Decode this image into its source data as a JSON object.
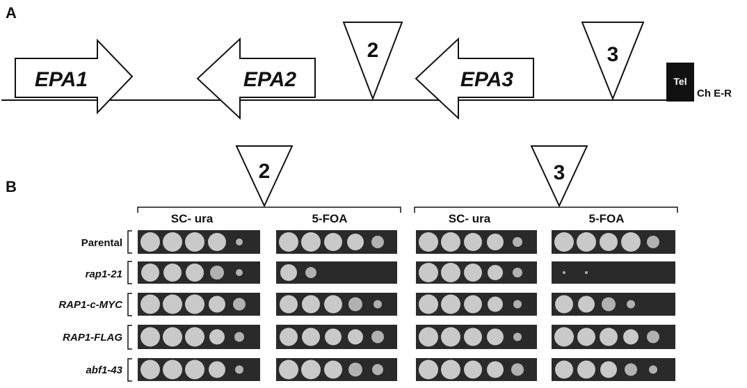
{
  "panel_a": {
    "label": "A",
    "genes": [
      {
        "name": "EPA1",
        "direction": "right"
      },
      {
        "name": "EPA2",
        "direction": "left"
      },
      {
        "name": "EPA3",
        "direction": "left"
      }
    ],
    "insertions": [
      "2",
      "3"
    ],
    "telomere_label": "Tel",
    "chromosome_label": "Ch E-R"
  },
  "panel_b": {
    "label": "B",
    "groups": [
      {
        "insertion": "2",
        "media": [
          "SC- ura",
          "5-FOA"
        ]
      },
      {
        "insertion": "3",
        "media": [
          "SC- ura",
          "5-FOA"
        ]
      }
    ],
    "strains": [
      {
        "name": "Parental",
        "italic": false
      },
      {
        "name": "rap1-21",
        "italic": true
      },
      {
        "name": "RAP1-c-MYC",
        "italic": true
      },
      {
        "name": "RAP1-FLAG",
        "italic": true
      },
      {
        "name": "abf1-43",
        "italic": true
      }
    ]
  },
  "colors": {
    "plate_background": "#2a2a2a",
    "colony": "#c9c9c9",
    "line": "#111111"
  }
}
